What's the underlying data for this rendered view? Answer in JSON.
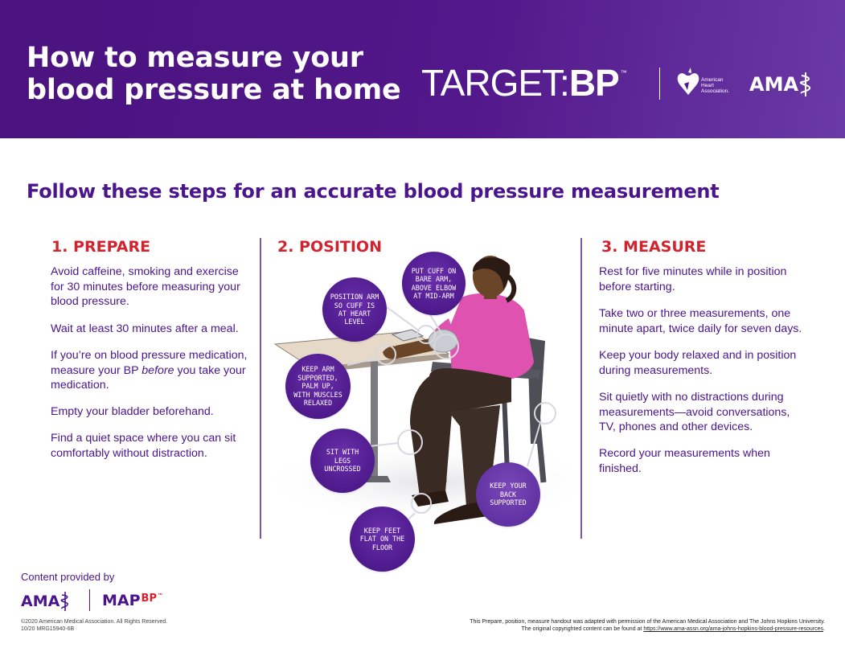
{
  "header": {
    "title_line1": "How to measure your",
    "title_line2": "blood pressure at home",
    "brand_target": "TARGET:",
    "brand_bp": "BP",
    "brand_tm": "™",
    "aha_line1": "American",
    "aha_line2": "Heart",
    "aha_line3": "Association.",
    "ama": "AMA"
  },
  "subtitle": "Follow these steps for an accurate blood pressure measurement",
  "prepare": {
    "heading": "1. PREPARE",
    "p1": "Avoid caffeine, smoking and exercise for 30 minutes before measuring your blood pressure.",
    "p2": "Wait at least 30 minutes after a meal.",
    "p3_a": "If you’re on blood pressure medication, measure your BP ",
    "p3_em": "before",
    "p3_b": " you take your medication.",
    "p4": "Empty your bladder beforehand.",
    "p5": "Find a quiet space where you can sit comfortably without distraction."
  },
  "position": {
    "heading": "2. POSITION",
    "bubbles": {
      "cuff": "Put cuff on bare arm, above elbow at mid-arm",
      "arm_level": "Position arm so cuff is at heart level",
      "arm_support": "Keep arm supported, palm up, with muscles relaxed",
      "legs": "Sit with legs uncrossed",
      "back": "Keep your back supported",
      "feet": "Keep feet flat on the floor"
    }
  },
  "measure": {
    "heading": "3. MEASURE",
    "p1": "Rest for five minutes while in position before starting.",
    "p2": "Take two or three measurements, one minute apart, twice daily for seven days.",
    "p3": "Keep your body relaxed and in position during measurements.",
    "p4": "Sit quietly with no distractions during measurements—avoid conversations, TV, phones and other devices.",
    "p5": "Record your measurements when finished."
  },
  "footer": {
    "provided": "Content provided by",
    "ama": "AMA",
    "map": "MAP",
    "map_bp": "BP",
    "map_tm": "™",
    "copyright": "©2020 American Medical Association. All Rights Reserved.",
    "code": "10/20  MRG15940-6B",
    "adapted": "This Prepare, position, measure handout was adapted with permission of the American Medical Association and The Johns Hopkins University.",
    "original_prefix": "The original copyrighted content can be found at ",
    "original_link": "https://www.ama-assn.org/ama-johns-hopkins-blood-pressure-resources",
    "original_suffix": "."
  },
  "colors": {
    "purple": "#4a148c",
    "red": "#d3232f",
    "header_bg": "#52178a"
  }
}
